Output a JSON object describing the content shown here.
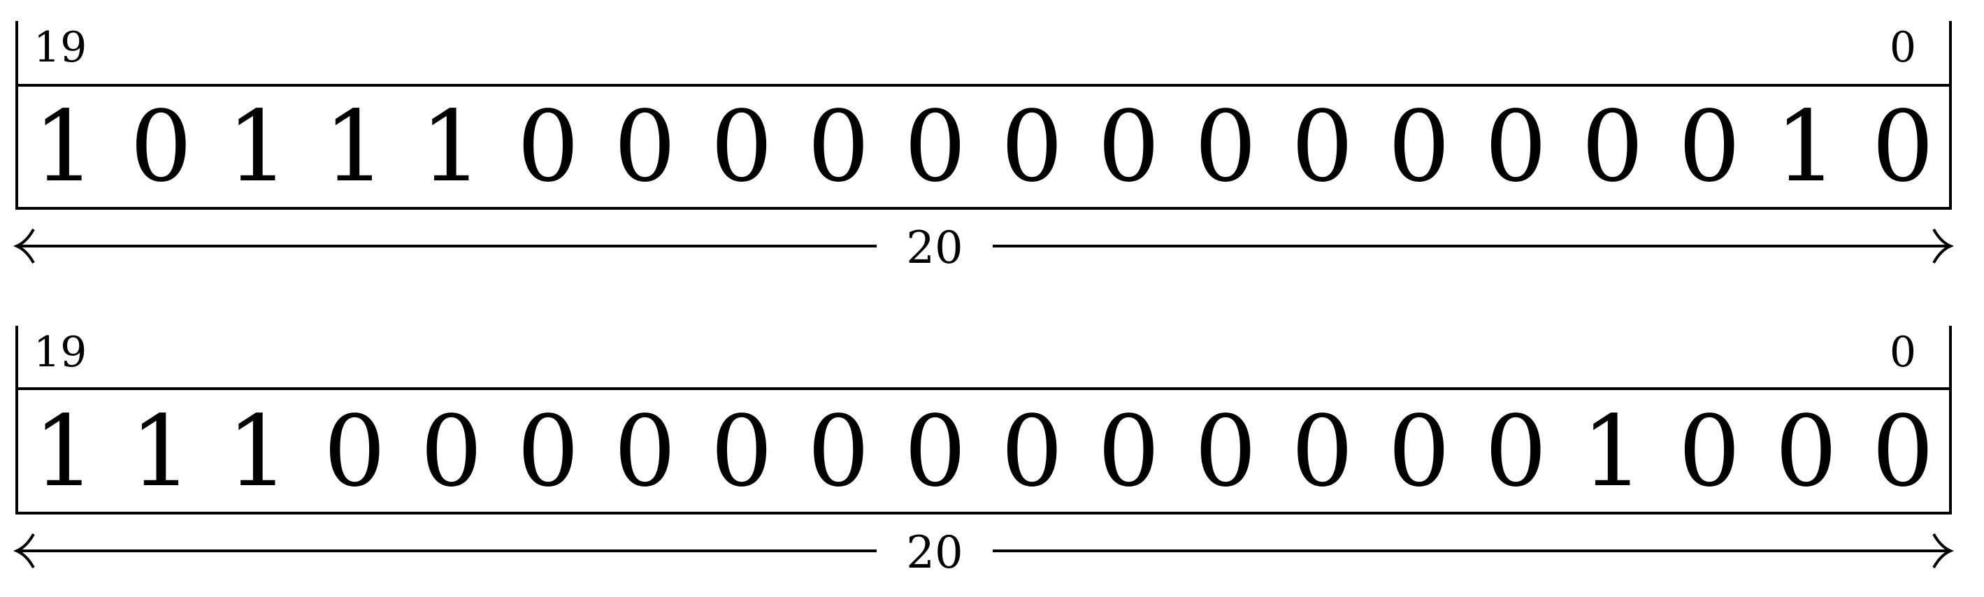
{
  "registers": [
    {
      "msb_label": "19",
      "lsb_label": "0",
      "bits": [
        "1",
        "0",
        "1",
        "1",
        "1",
        "0",
        "0",
        "0",
        "0",
        "0",
        "0",
        "0",
        "0",
        "0",
        "0",
        "0",
        "0",
        "0",
        "1",
        "0"
      ],
      "width_label": "20"
    },
    {
      "msb_label": "19",
      "lsb_label": "0",
      "bits": [
        "1",
        "1",
        "1",
        "0",
        "0",
        "0",
        "0",
        "0",
        "0",
        "0",
        "0",
        "0",
        "0",
        "0",
        "0",
        "0",
        "1",
        "0",
        "0",
        "0"
      ],
      "width_label": "20"
    }
  ]
}
